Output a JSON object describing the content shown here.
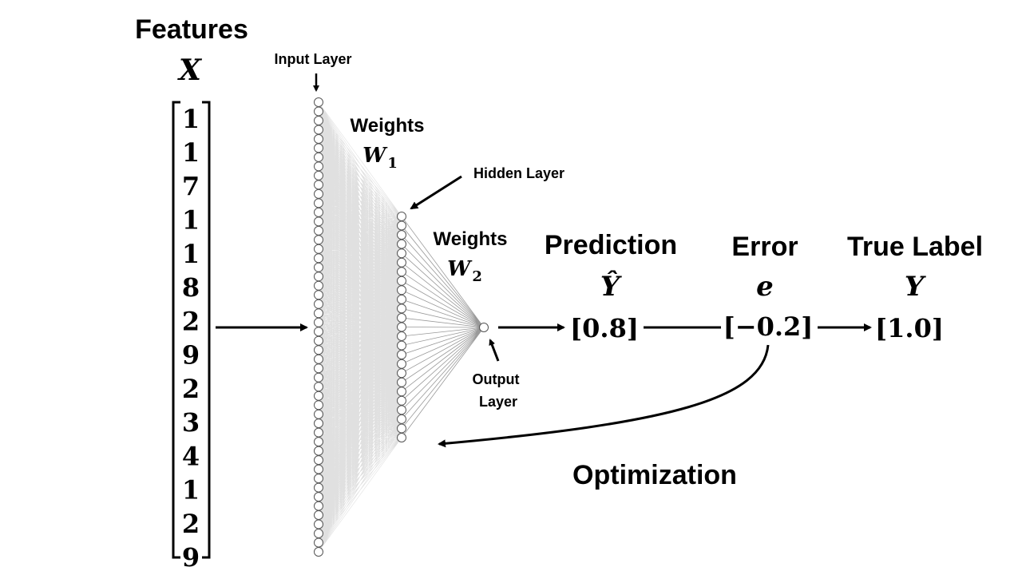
{
  "features": {
    "title": "Features",
    "symbol": "X",
    "values": [
      "1",
      "1",
      "7",
      "1",
      "1",
      "8",
      "2",
      "9",
      "2",
      "3",
      "4",
      "1",
      "2",
      "9"
    ]
  },
  "network": {
    "input_label": "Input Layer",
    "hidden_label": "Hidden Layer",
    "output_label_line1": "Output",
    "output_label_line2": "Layer",
    "weights1_label": "Weights",
    "weights1_symbol": "W",
    "weights1_sub": "1",
    "weights2_label": "Weights",
    "weights2_symbol": "W",
    "weights2_sub": "2",
    "input_node_count": 50,
    "hidden_node_count": 25
  },
  "prediction": {
    "title": "Prediction",
    "symbol": "Ŷ",
    "value": "[0.8]"
  },
  "error": {
    "title": "Error",
    "symbol": "e",
    "value": "[−0.2]"
  },
  "true_label": {
    "title": "True Label",
    "symbol": "Y",
    "value": "[1.0]"
  },
  "optimization": {
    "label": "Optimization"
  }
}
